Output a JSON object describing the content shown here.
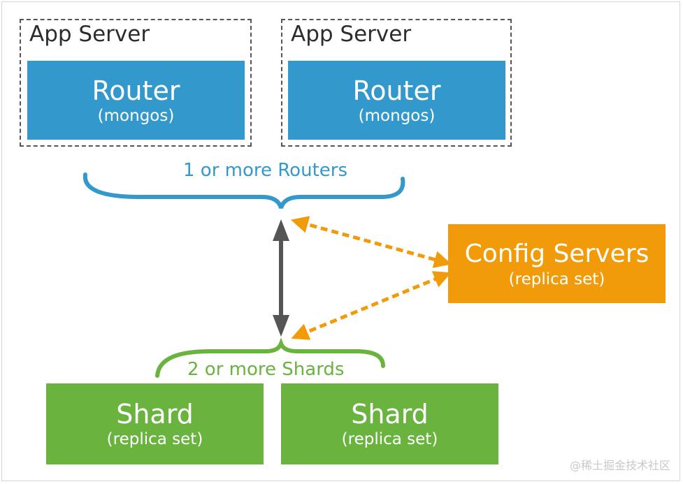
{
  "app_servers": [
    {
      "label": "App Server",
      "router": {
        "title": "Router",
        "subtitle": "(mongos)"
      }
    },
    {
      "label": "App Server",
      "router": {
        "title": "Router",
        "subtitle": "(mongos)"
      }
    }
  ],
  "routers_brace_label": "1 or more Routers",
  "config_servers": {
    "title": "Config Servers",
    "subtitle": "(replica set)"
  },
  "shards_brace_label": "2 or more Shards",
  "shards": [
    {
      "title": "Shard",
      "subtitle": "(replica set)"
    },
    {
      "title": "Shard",
      "subtitle": "(replica set)"
    }
  ],
  "watermark": "@稀土掘金技术社区",
  "colors": {
    "router": "#3399cc",
    "config": "#f29b0a",
    "shard": "#6ab33f",
    "connector": "#555555"
  }
}
